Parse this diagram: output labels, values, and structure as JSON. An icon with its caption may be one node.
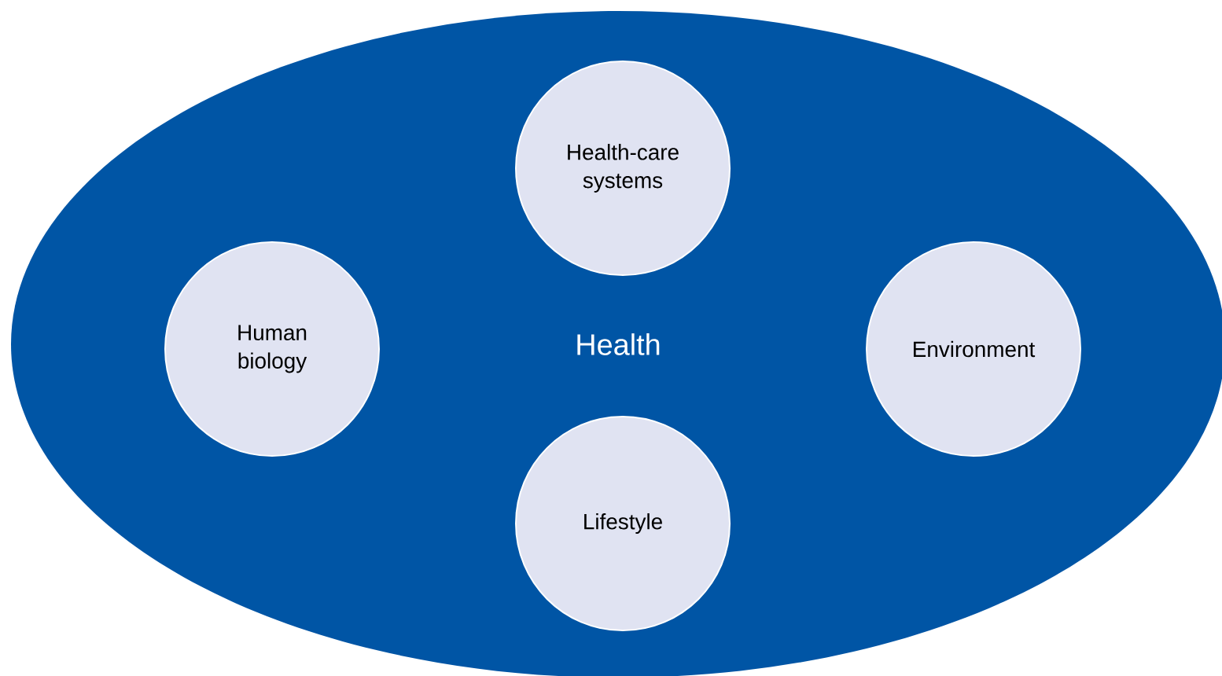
{
  "diagram": {
    "nodes": [
      {
        "text": [
          "Health"
        ]
      },
      {
        "text": [
          "Health-care systems"
        ],
        "in": 0
      },
      {
        "text": [
          "Human biology"
        ],
        "in": 0
      },
      {
        "text": [
          "Environment"
        ],
        "in": 0
      },
      {
        "text": [
          "Lifestyle"
        ],
        "in": 0
      }
    ]
  }
}
